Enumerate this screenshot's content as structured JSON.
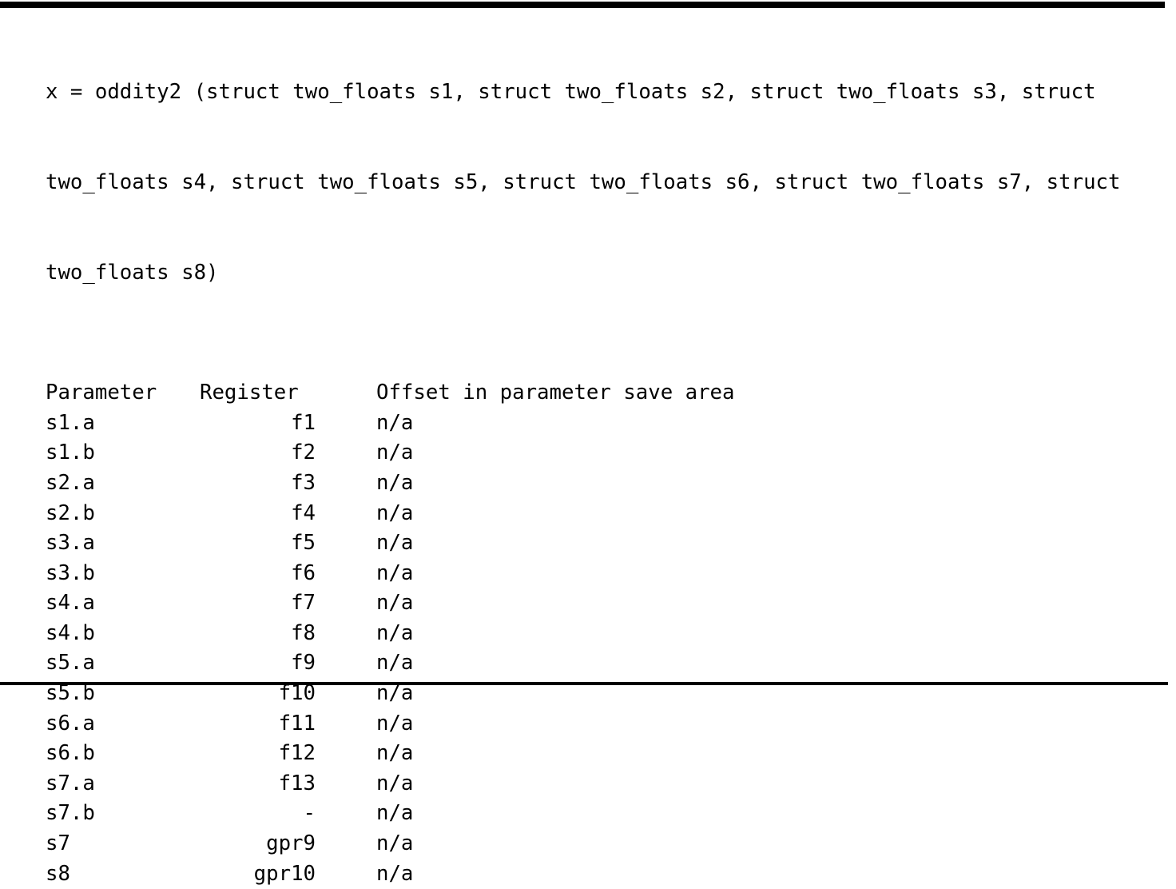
{
  "document": {
    "signature": "x = oddity2 (struct two_floats s1, struct two_floats s2, struct two_floats s3, struct two_floats s4, struct two_floats s5, struct two_floats s6, struct two_floats s7, struct two_floats s8)",
    "signature_lines": [
      "x = oddity2 (struct two_floats s1, struct two_floats s2, struct two_floats s3, struct",
      "two_floats s4, struct two_floats s5, struct two_floats s6, struct two_floats s7, struct",
      "two_floats s8)"
    ],
    "rule_color": "#000000",
    "text_color": "#000000",
    "background_color": "#ffffff"
  },
  "table": {
    "headers": {
      "parameter": "Parameter",
      "register": "Register",
      "offset": "Offset in parameter save area"
    },
    "rows": [
      {
        "parameter": "s1.a",
        "register": "f1",
        "offset": "n/a"
      },
      {
        "parameter": "s1.b",
        "register": "f2",
        "offset": "n/a"
      },
      {
        "parameter": "s2.a",
        "register": "f3",
        "offset": "n/a"
      },
      {
        "parameter": "s2.b",
        "register": "f4",
        "offset": "n/a"
      },
      {
        "parameter": "s3.a",
        "register": "f5",
        "offset": "n/a"
      },
      {
        "parameter": "s3.b",
        "register": "f6",
        "offset": "n/a"
      },
      {
        "parameter": "s4.a",
        "register": "f7",
        "offset": "n/a"
      },
      {
        "parameter": "s4.b",
        "register": "f8",
        "offset": "n/a"
      },
      {
        "parameter": "s5.a",
        "register": "f9",
        "offset": "n/a"
      },
      {
        "parameter": "s5.b",
        "register": "f10",
        "offset": "n/a"
      },
      {
        "parameter": "s6.a",
        "register": "f11",
        "offset": "n/a"
      },
      {
        "parameter": "s6.b",
        "register": "f12",
        "offset": "n/a"
      },
      {
        "parameter": "s7.a",
        "register": "f13",
        "offset": "n/a"
      },
      {
        "parameter": "s7.b",
        "register": "-",
        "offset": "n/a"
      },
      {
        "parameter": "s7",
        "register": "gpr9",
        "offset": "n/a"
      },
      {
        "parameter": "s8",
        "register": "gpr10",
        "offset": "n/a"
      }
    ]
  }
}
